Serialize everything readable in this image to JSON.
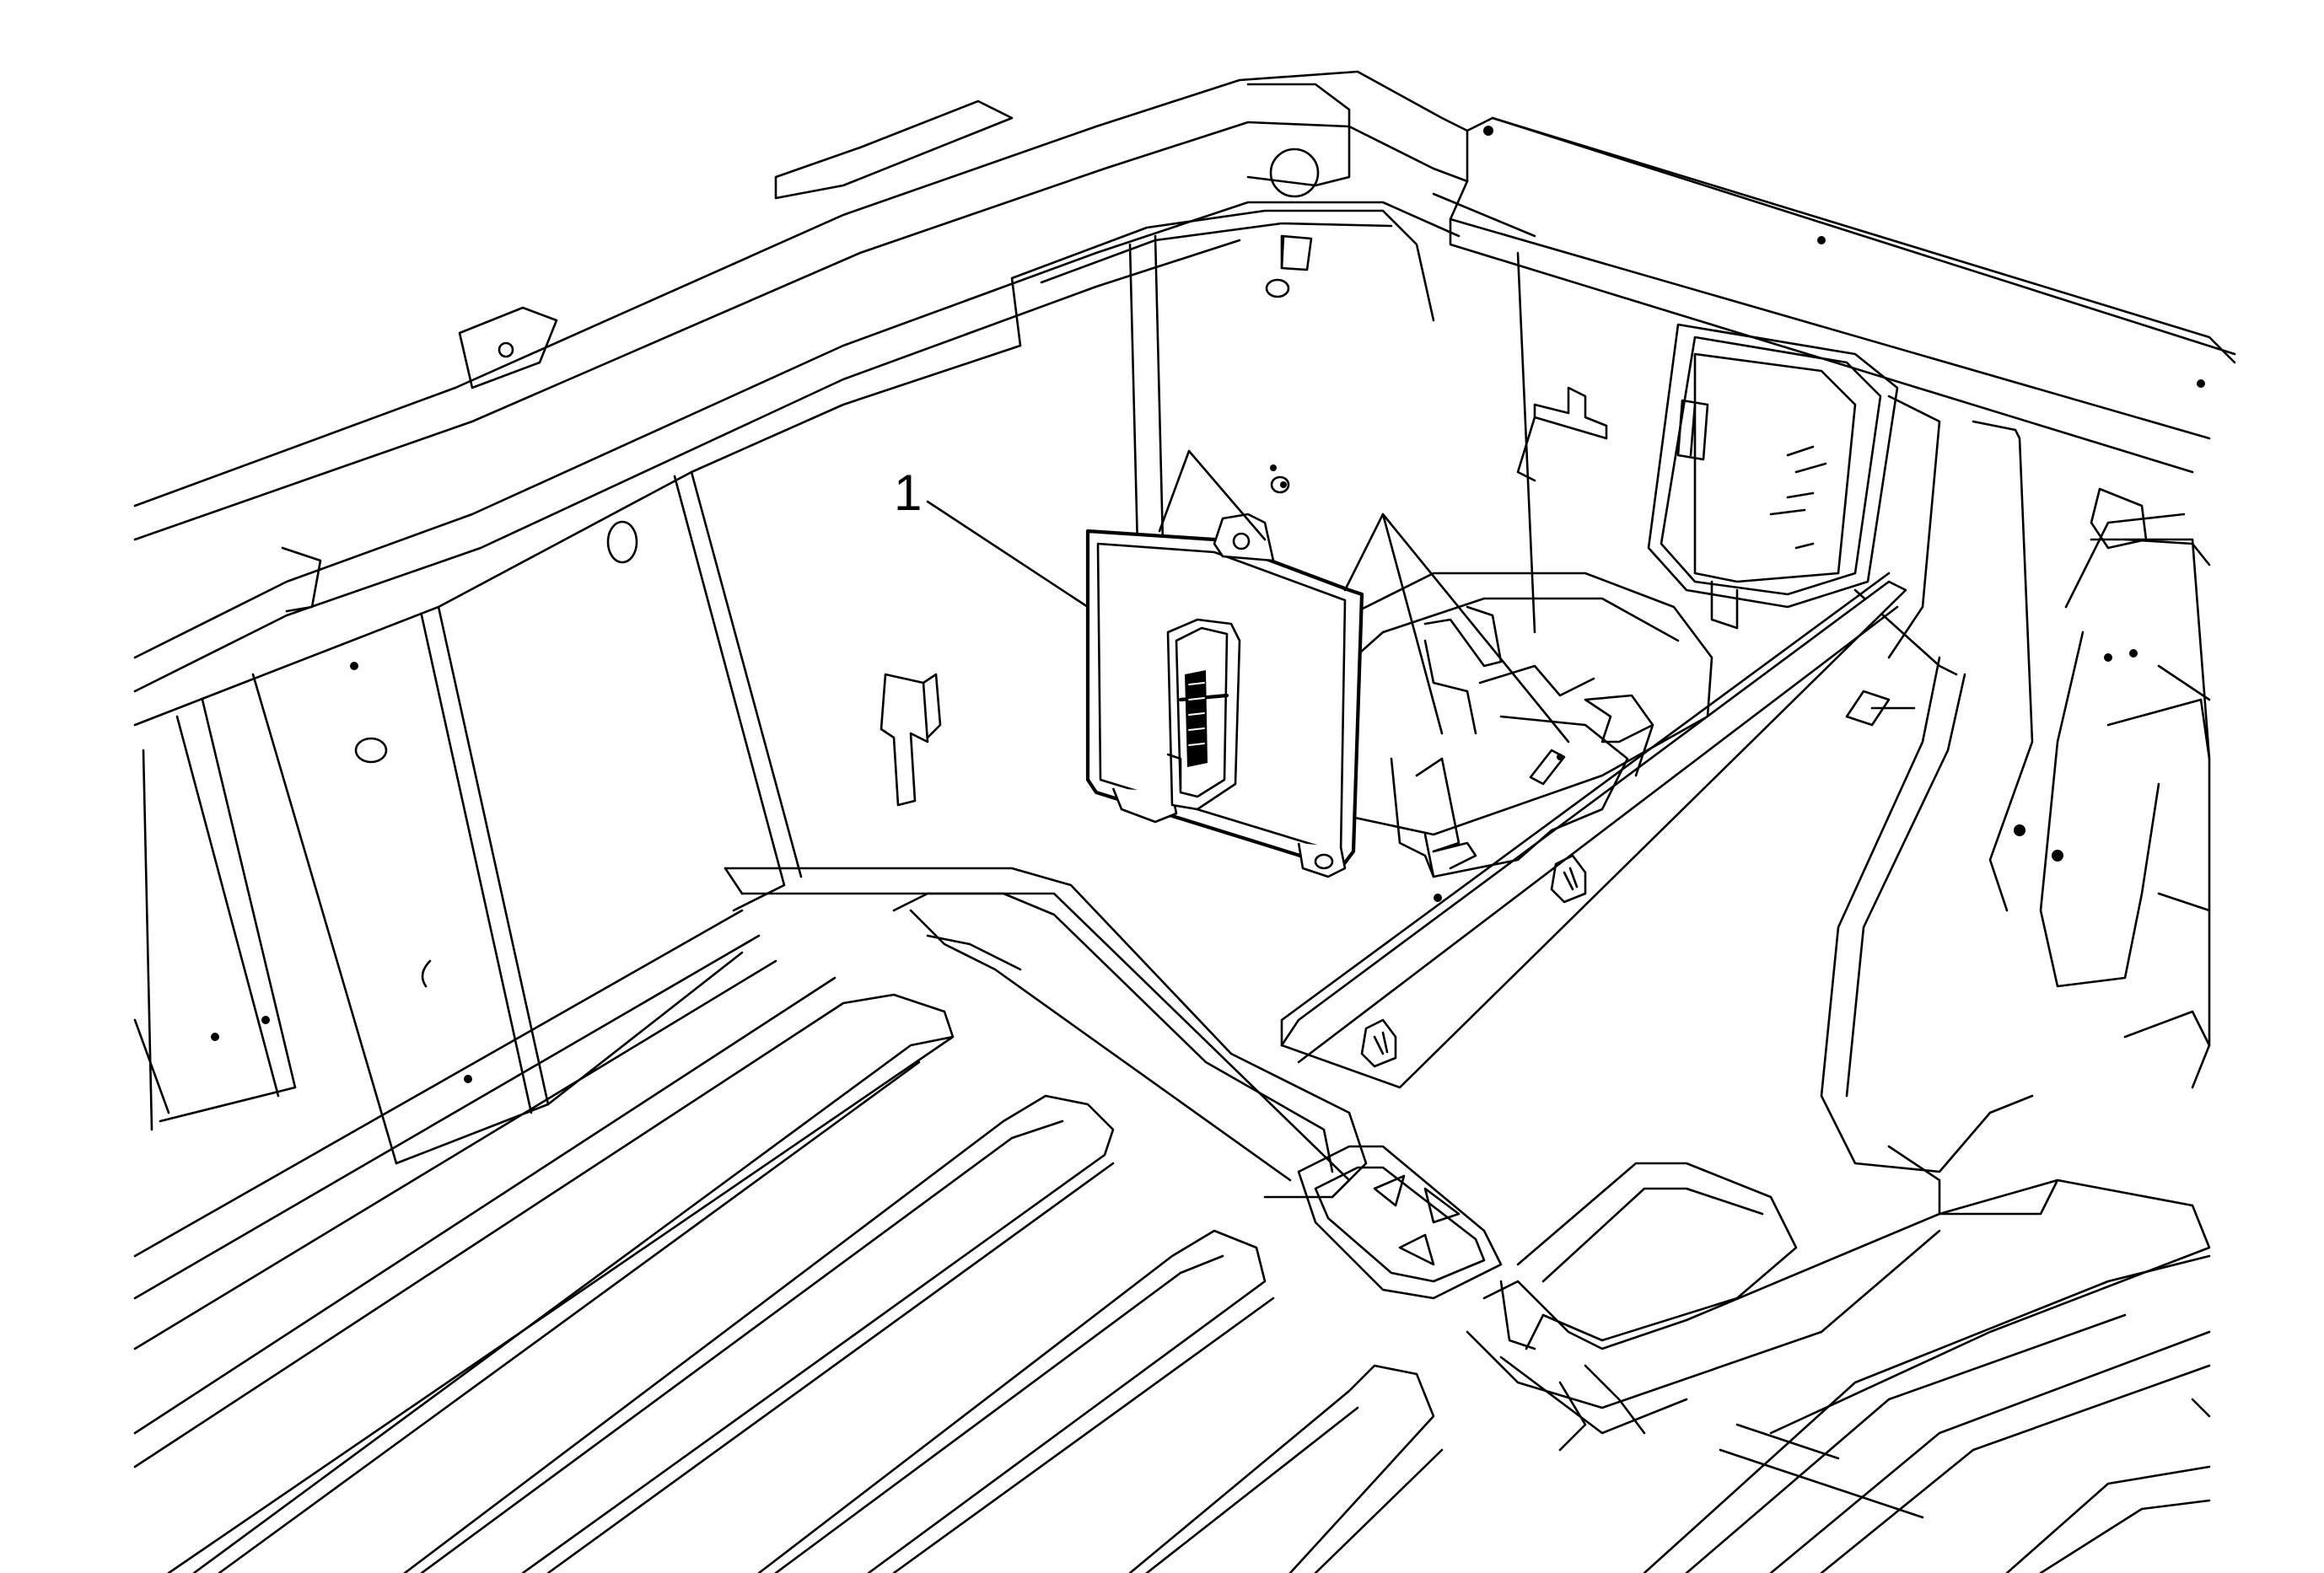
{
  "diagram": {
    "callouts": [
      {
        "id": "1",
        "label": "1",
        "target": "control-module"
      }
    ]
  }
}
